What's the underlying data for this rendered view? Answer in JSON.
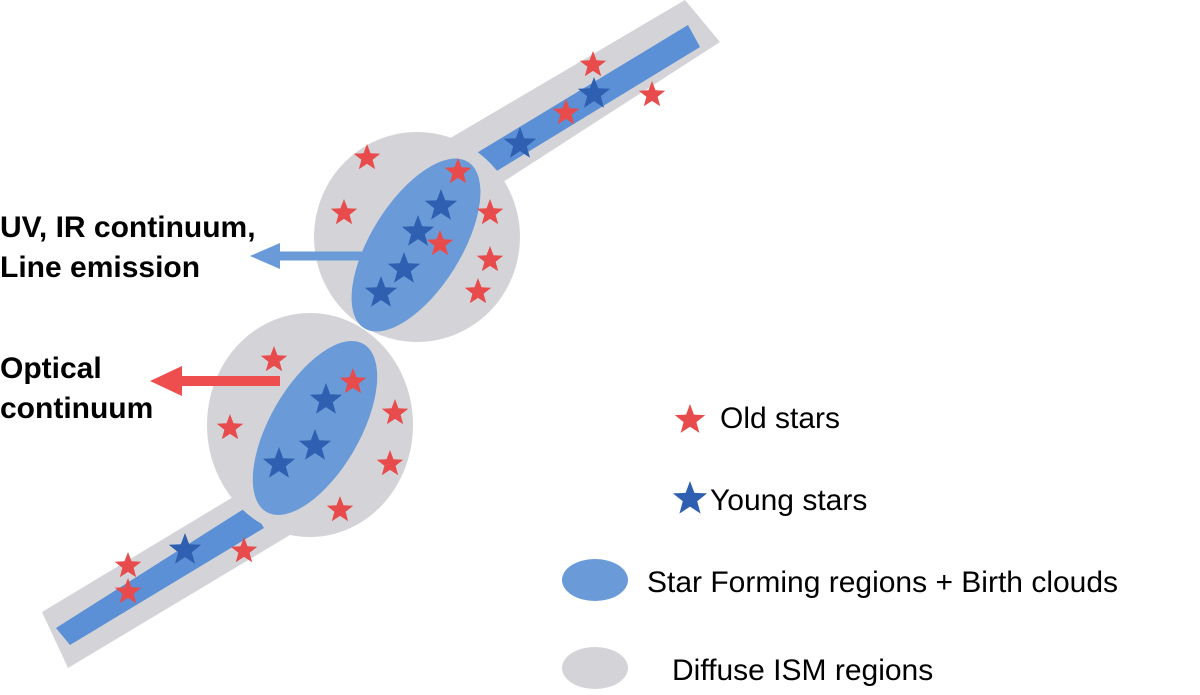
{
  "colors": {
    "diffuse_gray": "#d4d4d8",
    "sf_blue": "#6a9bd8",
    "band_blue": "#5b8fd6",
    "old_star_red": "#e84b4b",
    "young_star_blue": "#2f5fb0",
    "uv_arrow_blue": "#6a9bd8",
    "optical_arrow_red": "#ee4e4e"
  },
  "annotations": {
    "uv_line1": "UV, IR continuum,",
    "uv_line2": "Line emission",
    "optical_line1": "Optical",
    "optical_line2": "continuum"
  },
  "legend": {
    "old_stars": "Old stars",
    "young_stars": "Young stars",
    "star_forming": "Star Forming regions + Birth clouds",
    "diffuse_ism": "Diffuse ISM regions"
  },
  "icons": {
    "old_star": "red-star-icon",
    "young_star": "blue-star-icon",
    "sf_region": "blue-ellipse-icon",
    "diffuse_region": "gray-ellipse-icon"
  }
}
